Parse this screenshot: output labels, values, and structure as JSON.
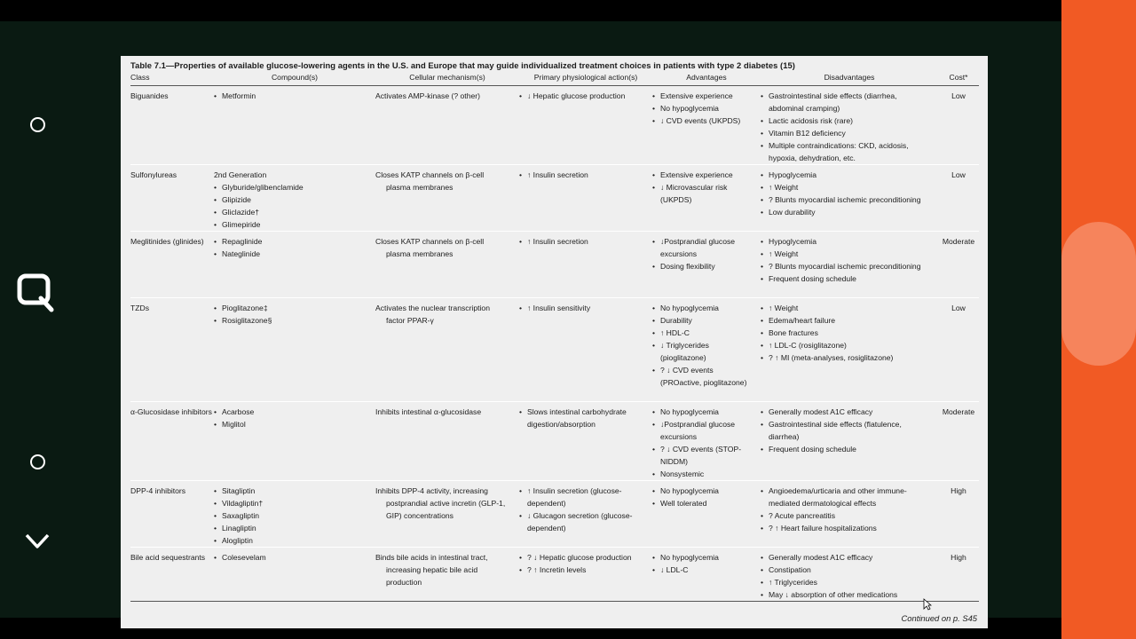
{
  "document": {
    "title": "Table 7.1—Properties of available glucose-lowering agents in the U.S. and Europe that may guide individualized treatment choices in patients with type 2 diabetes (15)",
    "headers": {
      "class": "Class",
      "compound": "Compound(s)",
      "mechanism": "Cellular mechanism(s)",
      "action": "Primary physiological action(s)",
      "advantages": "Advantages",
      "disadvantages": "Disadvantages",
      "cost": "Cost*"
    },
    "rows": [
      {
        "class": "Biguanides",
        "compound_items": [
          "Metformin"
        ],
        "mechanism": "Activates AMP-kinase (? other)",
        "action_items": [
          "↓ Hepatic glucose production"
        ],
        "advantages": [
          "Extensive experience",
          "No hypoglycemia",
          "↓ CVD events (UKPDS)"
        ],
        "disadvantages": [
          "Gastrointestinal side effects (diarrhea, abdominal cramping)",
          "Lactic acidosis risk (rare)",
          "Vitamin B12 deficiency",
          "Multiple contraindications: CKD, acidosis, hypoxia, dehydration, etc."
        ],
        "cost": "Low"
      },
      {
        "class": "Sulfonylureas",
        "compound_header": "2nd Generation",
        "compound_items": [
          "Glyburide/glibenclamide",
          "Glipizide",
          "Gliclazide†",
          "Glimepiride"
        ],
        "mechanism": "Closes KATP channels on β-cell plasma membranes",
        "action_items": [
          "↑ Insulin secretion"
        ],
        "advantages": [
          "Extensive experience",
          "↓ Microvascular risk (UKPDS)"
        ],
        "disadvantages": [
          "Hypoglycemia",
          "↑ Weight",
          "? Blunts myocardial ischemic preconditioning",
          "Low durability"
        ],
        "cost": "Low"
      },
      {
        "class": "Meglitinides (glinides)",
        "compound_items": [
          "Repaglinide",
          "Nateglinide"
        ],
        "mechanism": "Closes KATP channels on β-cell plasma membranes",
        "action_items": [
          "↑ Insulin secretion"
        ],
        "advantages": [
          "↓Postprandial glucose excursions",
          "Dosing flexibility"
        ],
        "disadvantages": [
          "Hypoglycemia",
          "↑ Weight",
          "? Blunts myocardial ischemic preconditioning",
          "Frequent dosing schedule"
        ],
        "cost": "Moderate"
      },
      {
        "class": "TZDs",
        "compound_items": [
          "Pioglitazone‡",
          "Rosiglitazone§"
        ],
        "mechanism": "Activates the nuclear transcription factor PPAR-γ",
        "action_items": [
          "↑ Insulin sensitivity"
        ],
        "advantages": [
          "No hypoglycemia",
          "Durability",
          "↑ HDL-C",
          "↓ Triglycerides (pioglitazone)",
          "? ↓ CVD events (PROactive, pioglitazone)"
        ],
        "disadvantages": [
          "↑ Weight",
          "Edema/heart failure",
          "Bone fractures",
          "↑ LDL-C (rosiglitazone)",
          "? ↑ MI (meta-analyses, rosiglitazone)"
        ],
        "cost": "Low"
      },
      {
        "class": "α-Glucosidase inhibitors",
        "compound_items": [
          "Acarbose",
          "Miglitol"
        ],
        "mechanism": "Inhibits intestinal α-glucosidase",
        "action_items": [
          "Slows intestinal carbohydrate digestion/absorption"
        ],
        "advantages": [
          "No hypoglycemia",
          "↓Postprandial glucose excursions",
          "? ↓ CVD events (STOP-NIDDM)",
          "Nonsystemic"
        ],
        "disadvantages": [
          "Generally modest A1C efficacy",
          "Gastrointestinal side effects (flatulence, diarrhea)",
          "Frequent dosing schedule"
        ],
        "cost": "Moderate"
      },
      {
        "class": "DPP-4 inhibitors",
        "compound_items": [
          "Sitagliptin",
          "Vildagliptin†",
          "Saxagliptin",
          "Linagliptin",
          "Alogliptin"
        ],
        "mechanism": "Inhibits DPP-4 activity, increasing postprandial active incretin (GLP-1, GIP) concentrations",
        "action_items": [
          "↑ Insulin secretion (glucose-dependent)",
          "↓ Glucagon secretion (glucose-dependent)"
        ],
        "advantages": [
          "No hypoglycemia",
          "Well tolerated"
        ],
        "disadvantages": [
          "Angioedema/urticaria and other immune-mediated dermatological effects",
          "? Acute pancreatitis",
          "? ↑ Heart failure hospitalizations"
        ],
        "cost": "High"
      },
      {
        "class": "Bile acid sequestrants",
        "compound_items": [
          "Colesevelam"
        ],
        "mechanism": "Binds bile acids in intestinal tract, increasing hepatic bile acid production",
        "action_items": [
          "? ↓ Hepatic glucose production",
          "? ↑ Incretin levels"
        ],
        "advantages": [
          "No hypoglycemia",
          "↓ LDL-C"
        ],
        "disadvantages": [
          "Generally modest A1C efficacy",
          "Constipation",
          "↑ Triglycerides",
          "May ↓ absorption of other medications"
        ],
        "cost": "High"
      }
    ],
    "continued": "Continued on p. S45"
  },
  "sidebar": {
    "buttons": [
      {
        "name": "top-circle-button",
        "icon": "circle-icon"
      },
      {
        "name": "magnify-button",
        "icon": "magnifier-icon"
      },
      {
        "name": "bottom-circle-button",
        "icon": "circle-icon"
      },
      {
        "name": "collapse-button",
        "icon": "chevron-down-icon"
      }
    ],
    "accent": "#f15a24",
    "highlight": "#f6845c"
  }
}
